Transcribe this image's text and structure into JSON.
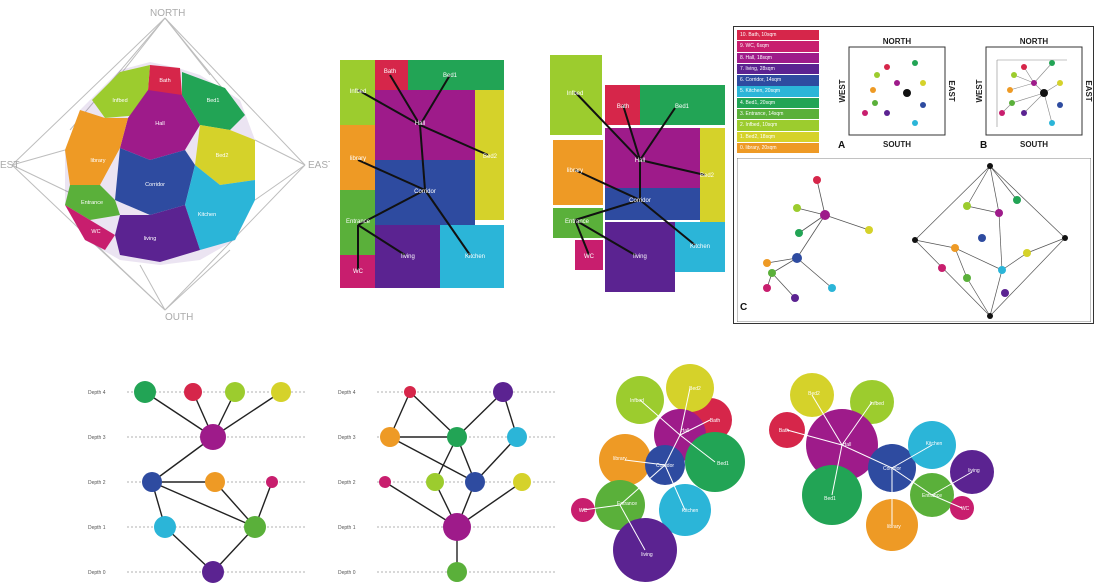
{
  "compass": {
    "north": "NORTH",
    "south": "SOUTH",
    "east": "EAST",
    "west": "WEST",
    "west_cut": "EST",
    "south_cut": "OUTH"
  },
  "rooms": {
    "bath": "Bath",
    "bed1": "Bed1",
    "bed2": "Bed2",
    "hall": "Hall",
    "corridor": "Corridor",
    "kitchen": "Kitchen",
    "living": "living",
    "wc": "WC",
    "entrance": "Entrance",
    "library": "library",
    "infbed": "Infbed",
    "entrance_alt": "Entrance"
  },
  "legend": [
    {
      "label": "10. Bath, 10sqm",
      "color": "#d6264a"
    },
    {
      "label": "9. WC, 6sqm",
      "color": "#c81e6e"
    },
    {
      "label": "8. Hall, 18sqm",
      "color": "#9e1b8a"
    },
    {
      "label": "7. living, 28sqm",
      "color": "#5b2391"
    },
    {
      "label": "6. Corridor, 14sqm",
      "color": "#2e4ba0"
    },
    {
      "label": "5. Kitchen, 20sqm",
      "color": "#2bb5d8"
    },
    {
      "label": "4. Bed1, 20sqm",
      "color": "#22a455"
    },
    {
      "label": "3. Entrance, 14sqm",
      "color": "#5ab03a"
    },
    {
      "label": "2. Infbed, 10sqm",
      "color": "#9ccc2e"
    },
    {
      "label": "1. Bed2, 18sqm",
      "color": "#d5d22a"
    },
    {
      "label": "0. library, 20sqm",
      "color": "#ee9a25"
    }
  ],
  "panel_letters": {
    "a": "A",
    "b": "B",
    "c": "C"
  },
  "depths": [
    "Depth 4",
    "Depth 3",
    "Depth 2",
    "Depth 1",
    "Depth 0"
  ],
  "colors": {
    "bath": "#d6264a",
    "wc": "#c81e6e",
    "hall": "#9e1b8a",
    "living": "#5b2391",
    "corridor": "#2e4ba0",
    "kitchen": "#2bb5d8",
    "bed1": "#22a455",
    "entrance": "#5ab03a",
    "infbed": "#9ccc2e",
    "bed2": "#d5d22a",
    "library": "#ee9a25"
  }
}
